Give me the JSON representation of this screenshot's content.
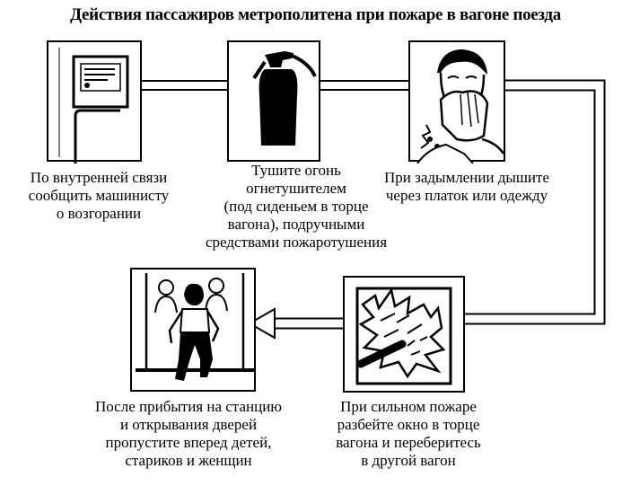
{
  "title": "Действия пассажиров метрополитена при пожаре в вагоне поезда",
  "steps": [
    {
      "icon": "intercom-panel-icon",
      "caption": "По внутренней связи\nсообщить машинисту\nо возгорании"
    },
    {
      "icon": "fire-extinguisher-icon",
      "caption": "Тушите огонь\nогнетушителем\n(под сиденьем в торце\nвагона),  подручными\nсредствами пожаротушения"
    },
    {
      "icon": "person-covering-face-icon",
      "caption": "При задымлении дышите\nчерез платок или одежду"
    },
    {
      "icon": "break-window-icon",
      "caption": "При сильном пожаре\nразбейте окно в торце\nвагона и переберитесь\nв другой вагон"
    },
    {
      "icon": "passengers-exiting-icon",
      "caption": "После прибытия на станцию\nи открывания дверей\nпропустите вперед детей,\nстариков и женщин"
    }
  ]
}
